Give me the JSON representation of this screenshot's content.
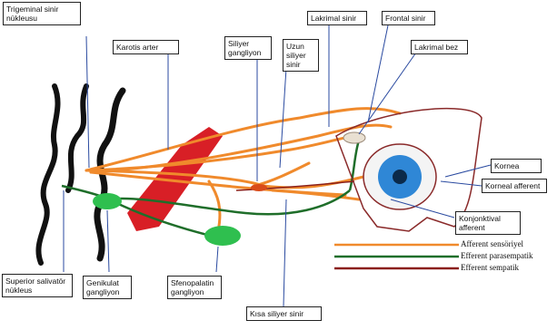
{
  "labels": {
    "trigeminal": "Trigeminal sinir nükleusu",
    "karotis": "Karotis arter",
    "siliyer_gangliyon": "Siliyer gangliyon",
    "uzun_siliyer": "Uzun siliyer sinir",
    "lakrimal_sinir": "Lakrimal sinir",
    "frontal_sinir": "Frontal sinir",
    "lakrimal_bez": "Lakrimal bez",
    "kornea": "Kornea",
    "korneal_afferent": "Korneal afferent",
    "konjonktival_afferent": "Konjonktival afferent",
    "superior_salivator": "Superior salivatör nükleus",
    "genikulat": "Genikulat gangliyon",
    "sfenopalatin": "Sfenopalatin gangliyon",
    "kisa_siliyer": "Kısa siliyer sinir"
  },
  "legend": {
    "items": [
      {
        "label": "Afferent sensöriyel",
        "color": "#f08a2c"
      },
      {
        "label": "Efferent parasempatik",
        "color": "#1f6e2a"
      },
      {
        "label": "Efferent sempatik",
        "color": "#8a1f1a"
      }
    ]
  },
  "colors": {
    "afferent": "#f08a2c",
    "parasympathetic": "#1f6e2a",
    "artery": "#d81f26",
    "ganglion": "#2fbf4f",
    "iris": "#2f87d6",
    "brainstem": "#111111"
  }
}
